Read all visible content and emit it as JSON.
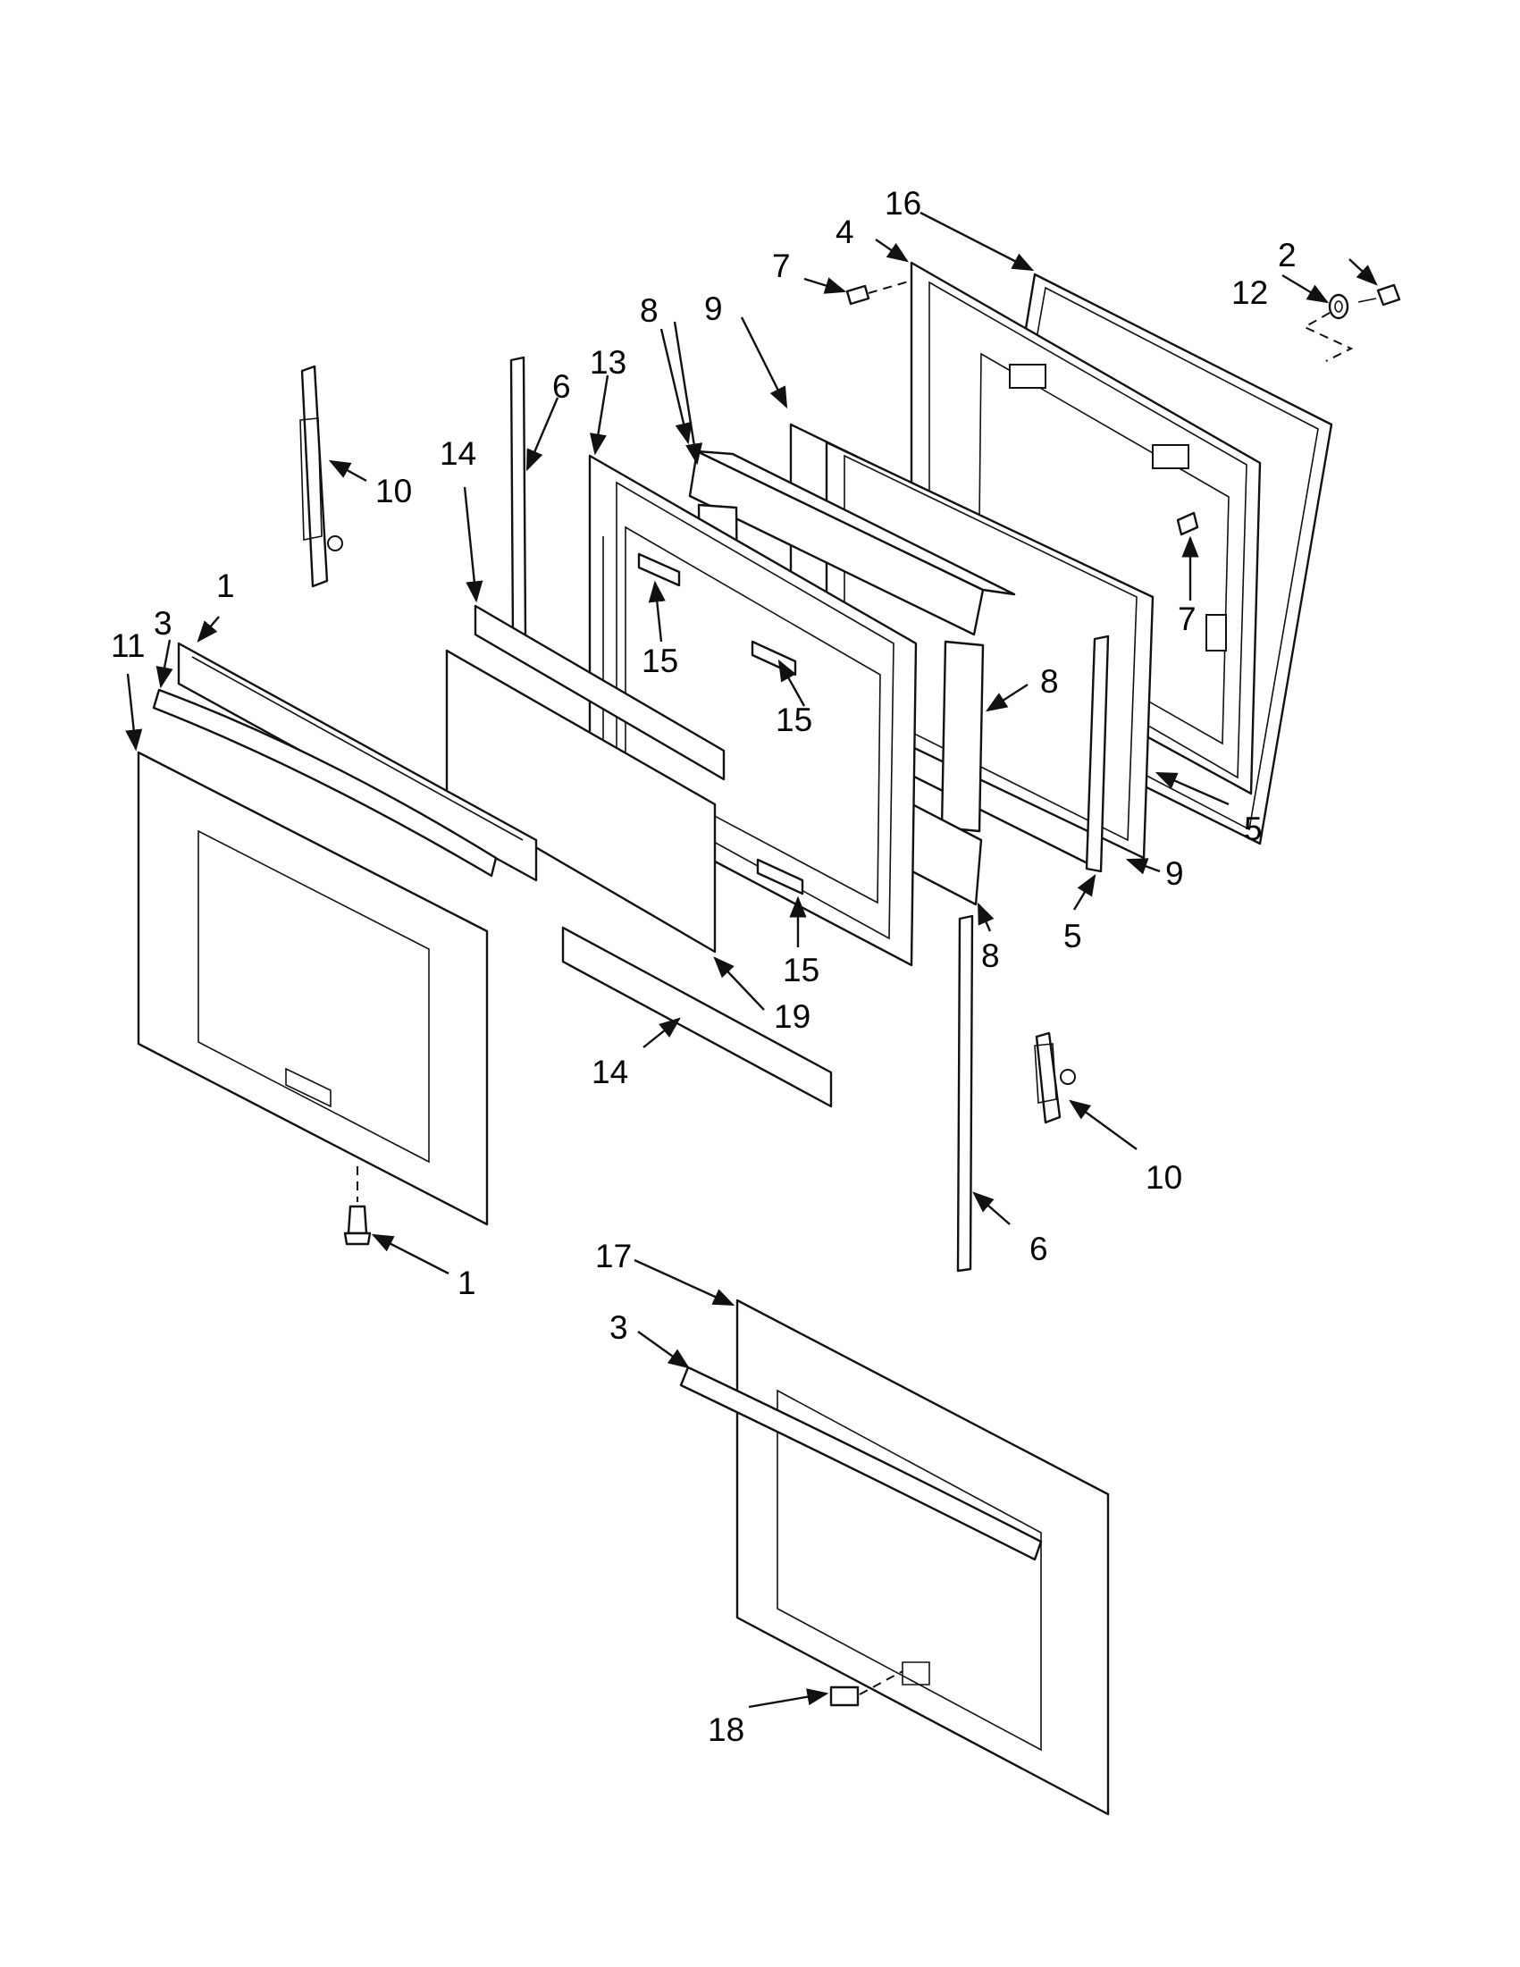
{
  "callouts": [
    {
      "id": "c16",
      "label": "16"
    },
    {
      "id": "c4",
      "label": "4"
    },
    {
      "id": "c2",
      "label": "2"
    },
    {
      "id": "c12",
      "label": "12"
    },
    {
      "id": "c7a",
      "label": "7"
    },
    {
      "id": "c9a",
      "label": "9"
    },
    {
      "id": "c8a",
      "label": "8"
    },
    {
      "id": "c13",
      "label": "13"
    },
    {
      "id": "c6a",
      "label": "6"
    },
    {
      "id": "c14a",
      "label": "14"
    },
    {
      "id": "c10a",
      "label": "10"
    },
    {
      "id": "c1a",
      "label": "1"
    },
    {
      "id": "c3a",
      "label": "3"
    },
    {
      "id": "c11",
      "label": "11"
    },
    {
      "id": "c15a",
      "label": "15"
    },
    {
      "id": "c15b",
      "label": "15"
    },
    {
      "id": "c7b",
      "label": "7"
    },
    {
      "id": "c8b",
      "label": "8"
    },
    {
      "id": "c5a",
      "label": "5"
    },
    {
      "id": "c9b",
      "label": "9"
    },
    {
      "id": "c5b",
      "label": "5"
    },
    {
      "id": "c8c",
      "label": "8"
    },
    {
      "id": "c15c",
      "label": "15"
    },
    {
      "id": "c19",
      "label": "19"
    },
    {
      "id": "c14b",
      "label": "14"
    },
    {
      "id": "c10b",
      "label": "10"
    },
    {
      "id": "c1b",
      "label": "1"
    },
    {
      "id": "c6b",
      "label": "6"
    },
    {
      "id": "c17",
      "label": "17"
    },
    {
      "id": "c3b",
      "label": "3"
    },
    {
      "id": "c18",
      "label": "18"
    }
  ]
}
